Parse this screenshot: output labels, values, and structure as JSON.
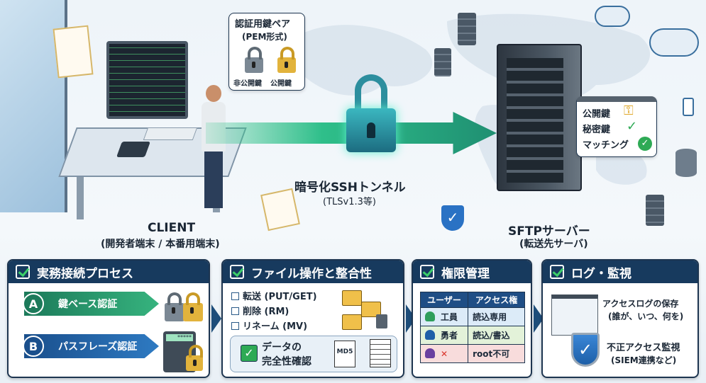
{
  "scene": {
    "key_pair": {
      "title": "認証用鍵ペア",
      "format": "(PEM形式)",
      "private_label": "非公開鍵",
      "public_label": "公開鍵"
    },
    "tunnel": {
      "title": "暗号化SSHトンネル",
      "subtitle": "(TLSv1.3等)"
    },
    "client": {
      "title": "CLIENT",
      "subtitle": "(開発者端末 / 本番用端末)"
    },
    "server": {
      "title": "SFTPサーバー",
      "subtitle": "(転送先サーバ)"
    },
    "server_check": {
      "public_key": "公開鍵",
      "private_key": "秘密鍵",
      "matching": "マッチング"
    }
  },
  "panels": [
    {
      "title": "実務接続プロセス",
      "items": [
        {
          "badge": "A",
          "label": "鍵ベース認証"
        },
        {
          "badge": "B",
          "label": "パスフレーズ認証"
        }
      ],
      "keypad_display": "*****"
    },
    {
      "title": "ファイル操作と整合性",
      "ops": [
        "転送 (PUT/GET)",
        "削除 (RM)",
        "リネーム (MV)"
      ],
      "integrity": {
        "line1": "データの",
        "line2": "完全性確認",
        "file_label": "MD5"
      }
    },
    {
      "title": "権限管理",
      "columns": [
        "ユーザー",
        "アクセス権"
      ],
      "rows": [
        {
          "user": "工員",
          "access": "読込専用",
          "color": "#2e9e5b",
          "bg": "#dcebf8"
        },
        {
          "user": "勇者",
          "access": "読込/書込",
          "color": "#1f5fa8",
          "bg": "#e3f2d9"
        },
        {
          "user": "✕",
          "access": "root不可",
          "color": "#6a3fa0",
          "bg": "#f8dcdc"
        }
      ]
    },
    {
      "title": "ログ・監視",
      "log_title": "アクセスログの保存",
      "log_sub": "(誰が、いつ、何を)",
      "monitor_title": "不正アクセス監視",
      "monitor_sub": "(SIEM連携など)"
    }
  ]
}
